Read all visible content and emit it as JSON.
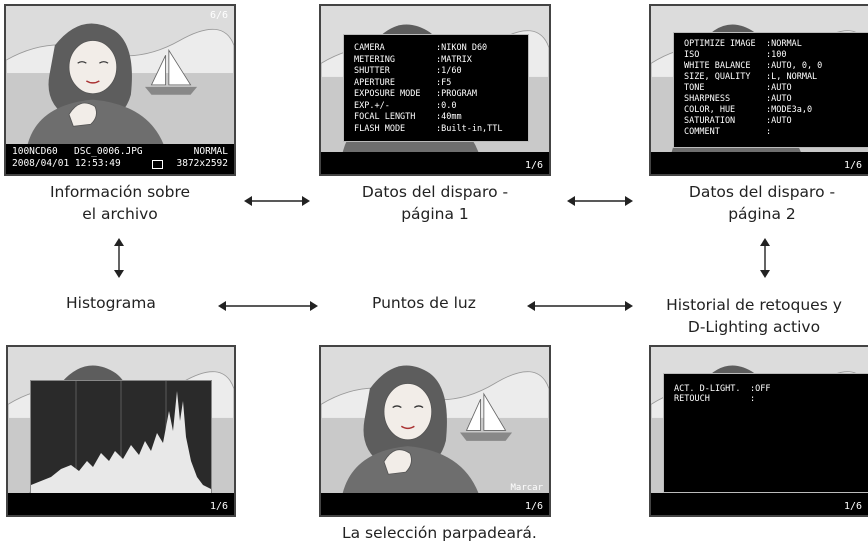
{
  "screen1": {
    "counter": "6/6",
    "folder": "100NCD60",
    "filename": "DSC_0006.JPG",
    "quality": "NORMAL",
    "datetime": "2008/04/01 12:53:49",
    "image_size": "3872x2592"
  },
  "screen2": {
    "page": "1/6",
    "rows": [
      {
        "key": "CAMERA",
        "value": ":NIKON D60"
      },
      {
        "key": "METERING",
        "value": ":MATRIX"
      },
      {
        "key": "SHUTTER",
        "value": ":1/60"
      },
      {
        "key": "APERTURE",
        "value": ":F5"
      },
      {
        "key": "EXPOSURE MODE",
        "value": ":PROGRAM"
      },
      {
        "key": "EXP.+/-",
        "value": ":0.0"
      },
      {
        "key": "FOCAL LENGTH",
        "value": ":40mm"
      },
      {
        "key": "FLASH MODE",
        "value": ":Built-in,TTL"
      }
    ]
  },
  "screen3": {
    "page": "1/6",
    "rows": [
      {
        "key": "OPTIMIZE IMAGE",
        "value": ":NORMAL"
      },
      {
        "key": "ISO",
        "value": ":100"
      },
      {
        "key": "WHITE BALANCE",
        "value": ":AUTO, 0, 0"
      },
      {
        "key": "SIZE, QUALITY",
        "value": ":L, NORMAL"
      },
      {
        "key": "TONE",
        "value": ":AUTO"
      },
      {
        "key": "SHARPNESS",
        "value": ":AUTO"
      },
      {
        "key": "COLOR, HUE",
        "value": ":MODE3a,0"
      },
      {
        "key": "SATURATION",
        "value": ":AUTO"
      },
      {
        "key": "COMMENT",
        "value": ":"
      }
    ]
  },
  "screen4": {
    "page": "1/6"
  },
  "screen5": {
    "marker": "Marcar",
    "page": "1/6"
  },
  "screen6": {
    "page": "1/6",
    "rows": [
      {
        "key": "ACT. D-LIGHT.",
        "value": ":OFF"
      },
      {
        "key": "RETOUCH",
        "value": ":"
      }
    ]
  },
  "captions": {
    "file_info_1": "Información sobre",
    "file_info_2": "el archivo",
    "shooting_p1_1": "Datos del disparo -",
    "shooting_p1_2": "página 1",
    "shooting_p2_1": "Datos del disparo -",
    "shooting_p2_2": "página 2",
    "histogram": "Histograma",
    "highlights": "Puntos de luz",
    "retouch_1": "Historial de retoques y",
    "retouch_2": "D-Lighting activo",
    "blink_note": "La selección parpadeará."
  }
}
